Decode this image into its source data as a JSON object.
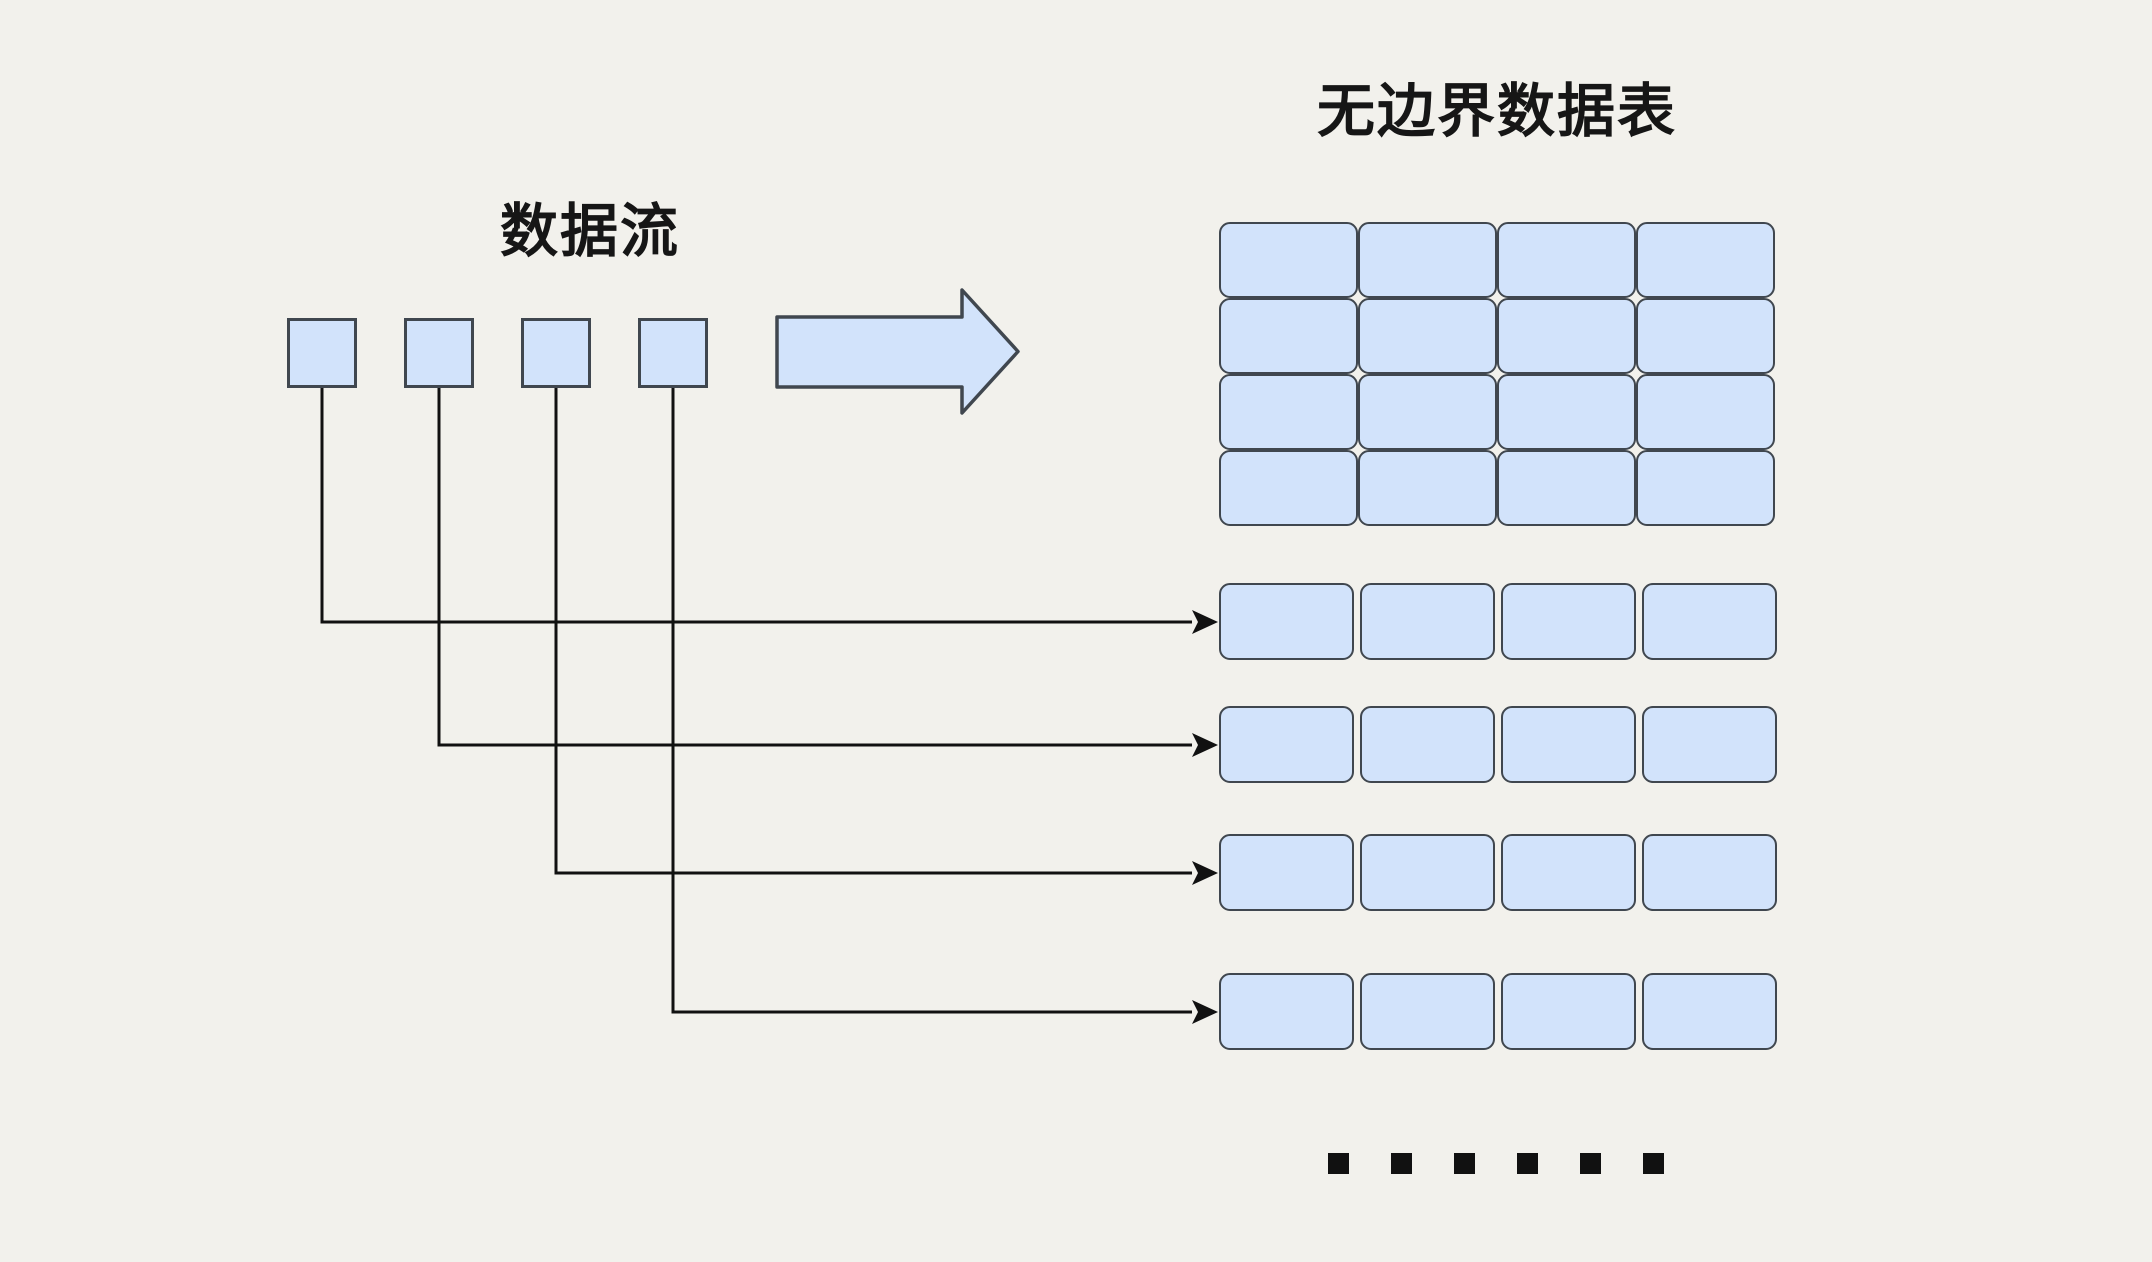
{
  "theme": {
    "background": "#F2F1EC",
    "block_fill": "#D2E3FB",
    "block_stroke": "#40474F",
    "line_color": "#111111",
    "text_color": "#161616"
  },
  "labels": {
    "stream": "数据流",
    "table": "无边界数据表"
  },
  "stream": {
    "square_count": 4
  },
  "table": {
    "grid": {
      "rows": 4,
      "cols": 4
    },
    "detached_rows": {
      "count": 4,
      "cells_per_row": 4
    }
  },
  "connectors": {
    "count": 4,
    "mapping": "each stream square connects to one detached table row"
  },
  "ellipsis": {
    "dot_count": 6
  },
  "icons": {
    "flow_arrow": "right-arrow"
  }
}
